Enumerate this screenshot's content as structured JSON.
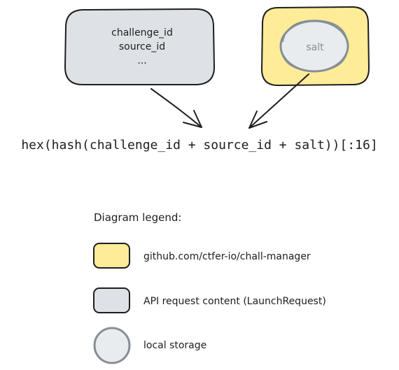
{
  "request_box": {
    "lines": [
      "challenge_id",
      "source_id",
      "..."
    ]
  },
  "salt_node": {
    "label": "salt"
  },
  "formula": {
    "text": "hex(hash(challenge_id + source_id + salt))[:16]"
  },
  "legend": {
    "title": "Diagram legend:",
    "items": [
      {
        "label": "github.com/ctfer-io/chall-manager"
      },
      {
        "label": "API request content (LaunchRequest)"
      },
      {
        "label": "local storage"
      }
    ]
  },
  "colors": {
    "chall_manager_fill": "#ffec99",
    "api_request_fill": "#dee2e6",
    "local_storage_fill": "#e9ecef",
    "stroke": "#1e1e1e",
    "muted_text": "#868e96"
  }
}
